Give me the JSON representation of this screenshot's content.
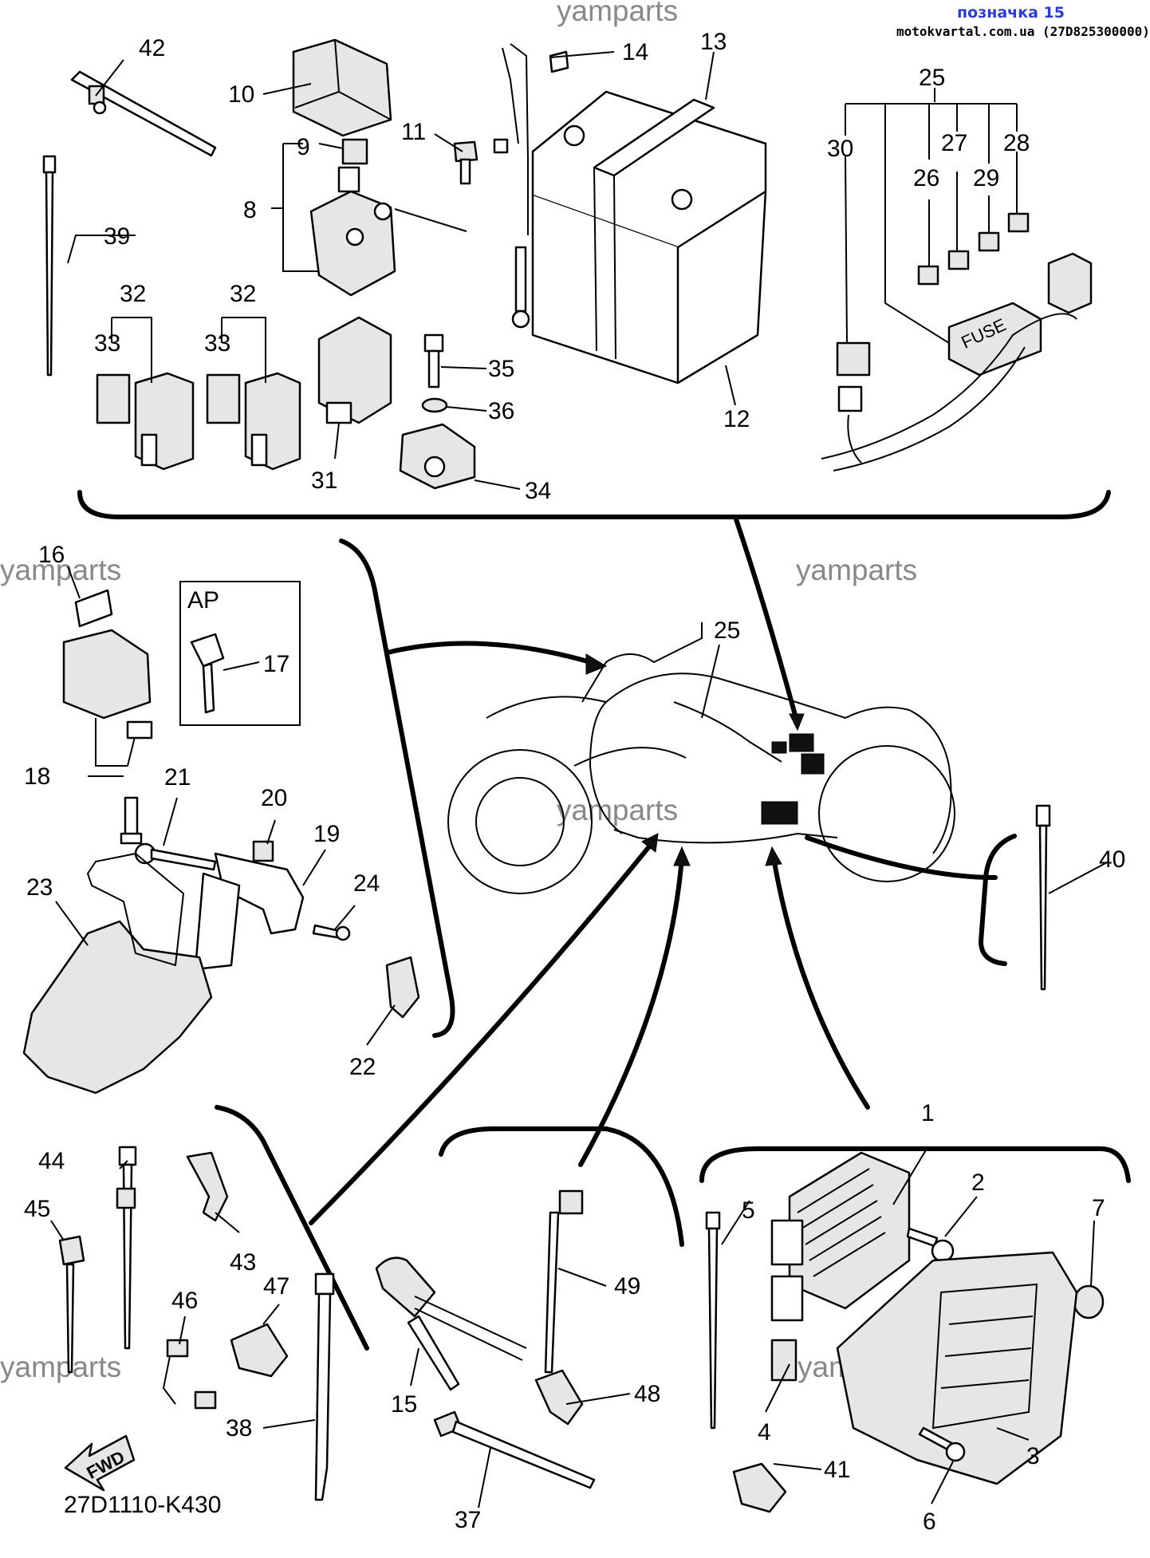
{
  "header": {
    "title": "позначка 15",
    "source": "motokvartal.com.ua (27D825300000)"
  },
  "watermark": "yamparts",
  "diagram_code": "27D1110-K430",
  "inset_label": "AP",
  "fuse_box_label": "FUSE",
  "arrow_label": "FWD",
  "callouts": {
    "c1": "1",
    "c2": "2",
    "c3": "3",
    "c4": "4",
    "c5": "5",
    "c6": "6",
    "c7": "7",
    "c8": "8",
    "c9": "9",
    "c10": "10",
    "c11": "11",
    "c12": "12",
    "c13": "13",
    "c14": "14",
    "c15": "15",
    "c16": "16",
    "c17": "17",
    "c18": "18",
    "c19": "19",
    "c20": "20",
    "c21": "21",
    "c22": "22",
    "c23": "23",
    "c24": "24",
    "c25": "25",
    "c25b": "25",
    "c26": "26",
    "c27": "27",
    "c28": "28",
    "c29": "29",
    "c30": "30",
    "c31": "31",
    "c32a": "32",
    "c32b": "32",
    "c33a": "33",
    "c33b": "33",
    "c34": "34",
    "c35": "35",
    "c36": "36",
    "c37": "37",
    "c38": "38",
    "c39": "39",
    "c40": "40",
    "c41": "41",
    "c42": "42",
    "c43": "43",
    "c44": "44",
    "c45": "45",
    "c46": "46",
    "c47": "47",
    "c48": "48",
    "c49": "49"
  }
}
